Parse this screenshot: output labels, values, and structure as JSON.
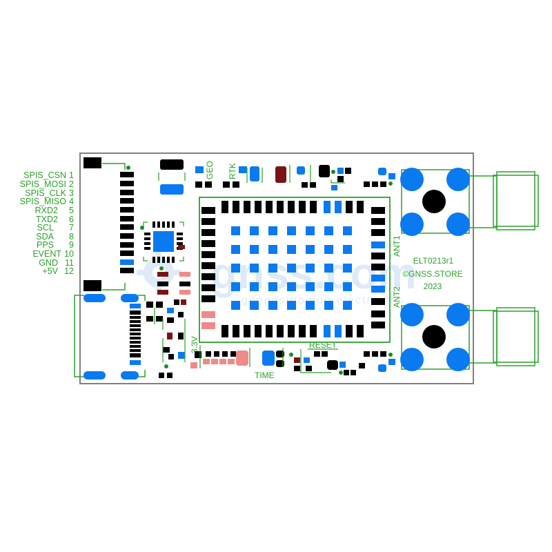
{
  "pins": [
    {
      "name": "SPIS_CSN",
      "num": "1"
    },
    {
      "name": "SPIS_MOSI",
      "num": "2"
    },
    {
      "name": "SPIS_CLK",
      "num": "3"
    },
    {
      "name": "SPIS_MISO",
      "num": "4"
    },
    {
      "name": "RXD2",
      "num": "5"
    },
    {
      "name": "TXD2",
      "num": "6"
    },
    {
      "name": "SCL",
      "num": "7"
    },
    {
      "name": "SDA",
      "num": "8"
    },
    {
      "name": "PPS",
      "num": "9"
    },
    {
      "name": "EVENT",
      "num": "10"
    },
    {
      "name": "GND",
      "num": "11"
    },
    {
      "name": "+5V",
      "num": "12"
    }
  ],
  "labels": {
    "geo": "GEO",
    "rtk": "RTK",
    "ant1": "ANT1",
    "ant2": "ANT2",
    "board_id": "ELT0213r1",
    "copyright": "©GNSS.STORE",
    "year": "2023",
    "reset": "RESET",
    "time": "TIME",
    "voltage": "3.3V"
  },
  "watermark": {
    "brand": "gnss.com",
    "tagline": "geopositioning electronics"
  },
  "colors": {
    "silkscreen": "#2aa12a",
    "outline": "#808080",
    "pad_blue": "#0a7af0",
    "pad_black": "#000000",
    "pad_dark_red": "#7a1414",
    "pad_pink": "#f08a8a",
    "via": "#1a8c1a"
  }
}
